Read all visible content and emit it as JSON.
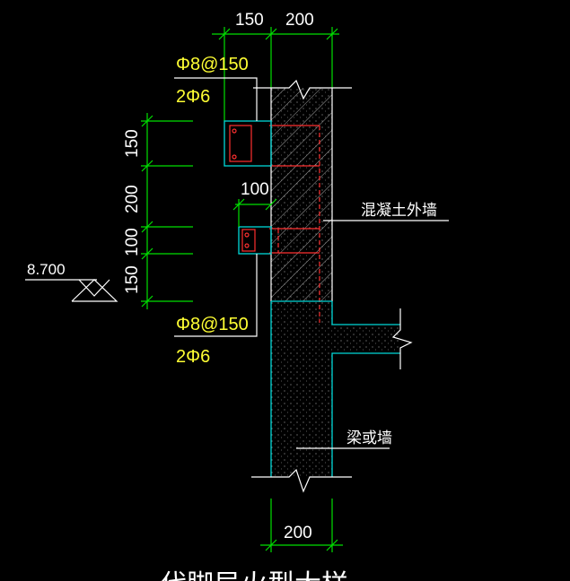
{
  "dimensions": {
    "top_left": "150",
    "top_right": "200",
    "bottom": "200",
    "gap": "100",
    "vertical": [
      "150",
      "200",
      "100",
      "150"
    ]
  },
  "rebar": {
    "top_stirrup": "Φ8@150",
    "top_bars": "2Φ6",
    "bottom_stirrup": "Φ8@150",
    "bottom_bars": "2Φ6"
  },
  "labels": {
    "outer_wall": "混凝土外墙",
    "beam_or_wall": "梁或墙"
  },
  "elevation": "8.700",
  "caption": "代脚局火型大样",
  "colors": {
    "background": "#000000",
    "dimension": "#00e000",
    "concrete_outline": "#00d8d8",
    "rebar": "#ff3030",
    "annotation": "#ffff33",
    "text": "#ffffff"
  }
}
